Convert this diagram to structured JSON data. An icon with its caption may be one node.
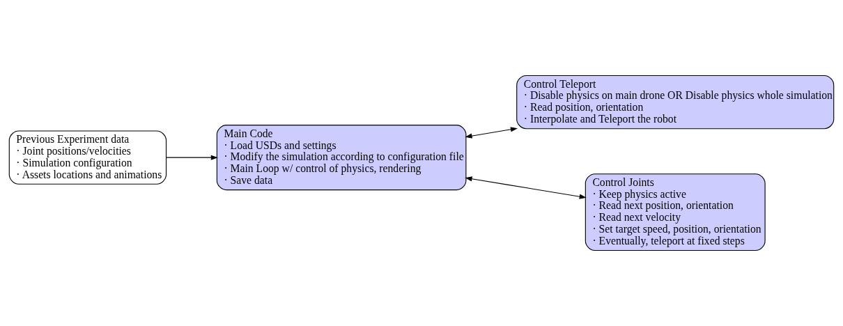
{
  "diagram": {
    "nodes": [
      {
        "text": [
          "Previous Experiment data",
          "· Joint positions/velocities",
          "· Simulation configuration",
          "· Assets locations and animations"
        ]
      },
      {
        "text": [
          "Main Code",
          "· Load USDs and settings",
          "· Modify the simulation according to configuration file",
          "· Main Loop w/ control of physics, rendering",
          "· Save data"
        ]
      },
      {
        "text": [
          "Control Teleport",
          "· Disable physics on main drone OR Disable physics whole simulation",
          "· Read position, orientation",
          "· Interpolate and Teleport the robot"
        ]
      },
      {
        "text": [
          "Control Joints",
          "· Keep physics active",
          "· Read next position, orientation",
          "· Read next velocity",
          "· Set target speed, position, orientation",
          "· Eventually, teleport at fixed steps"
        ]
      }
    ],
    "edges": [
      {
        "from": 0,
        "to": 1,
        "arrow": "to"
      },
      {
        "from": 1,
        "to": 2,
        "arrow": "both"
      },
      {
        "from": 1,
        "to": 3,
        "arrow": "both"
      }
    ]
  }
}
